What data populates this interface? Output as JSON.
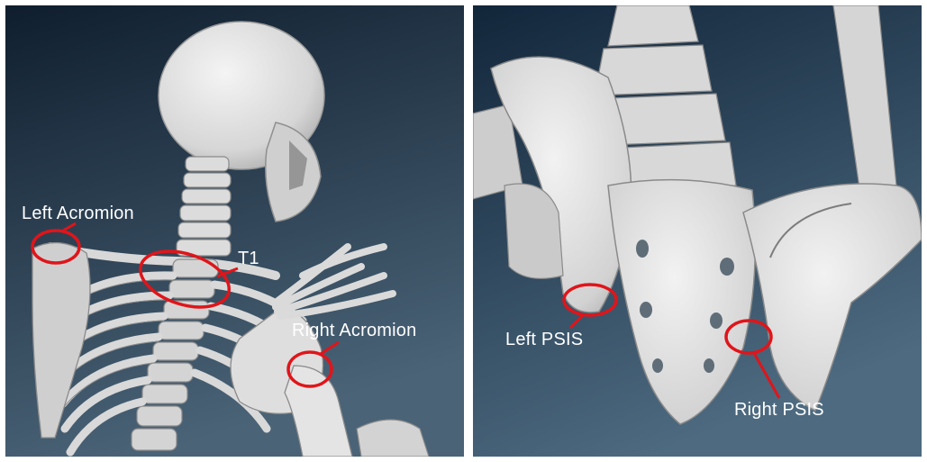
{
  "figure": {
    "left_panel": {
      "labels": {
        "left_acromion": "Left Acromion",
        "t1": "T1",
        "right_acromion": "Right Acromion"
      }
    },
    "right_panel": {
      "labels": {
        "left_psis": "Left PSIS",
        "right_psis": "Right PSIS"
      }
    },
    "colors": {
      "background_top": "#0f1e2e",
      "background_bottom": "#4a6377",
      "bone": "#dcdcdc",
      "marker": "#e0151a",
      "label_text": "#ffffff"
    }
  }
}
